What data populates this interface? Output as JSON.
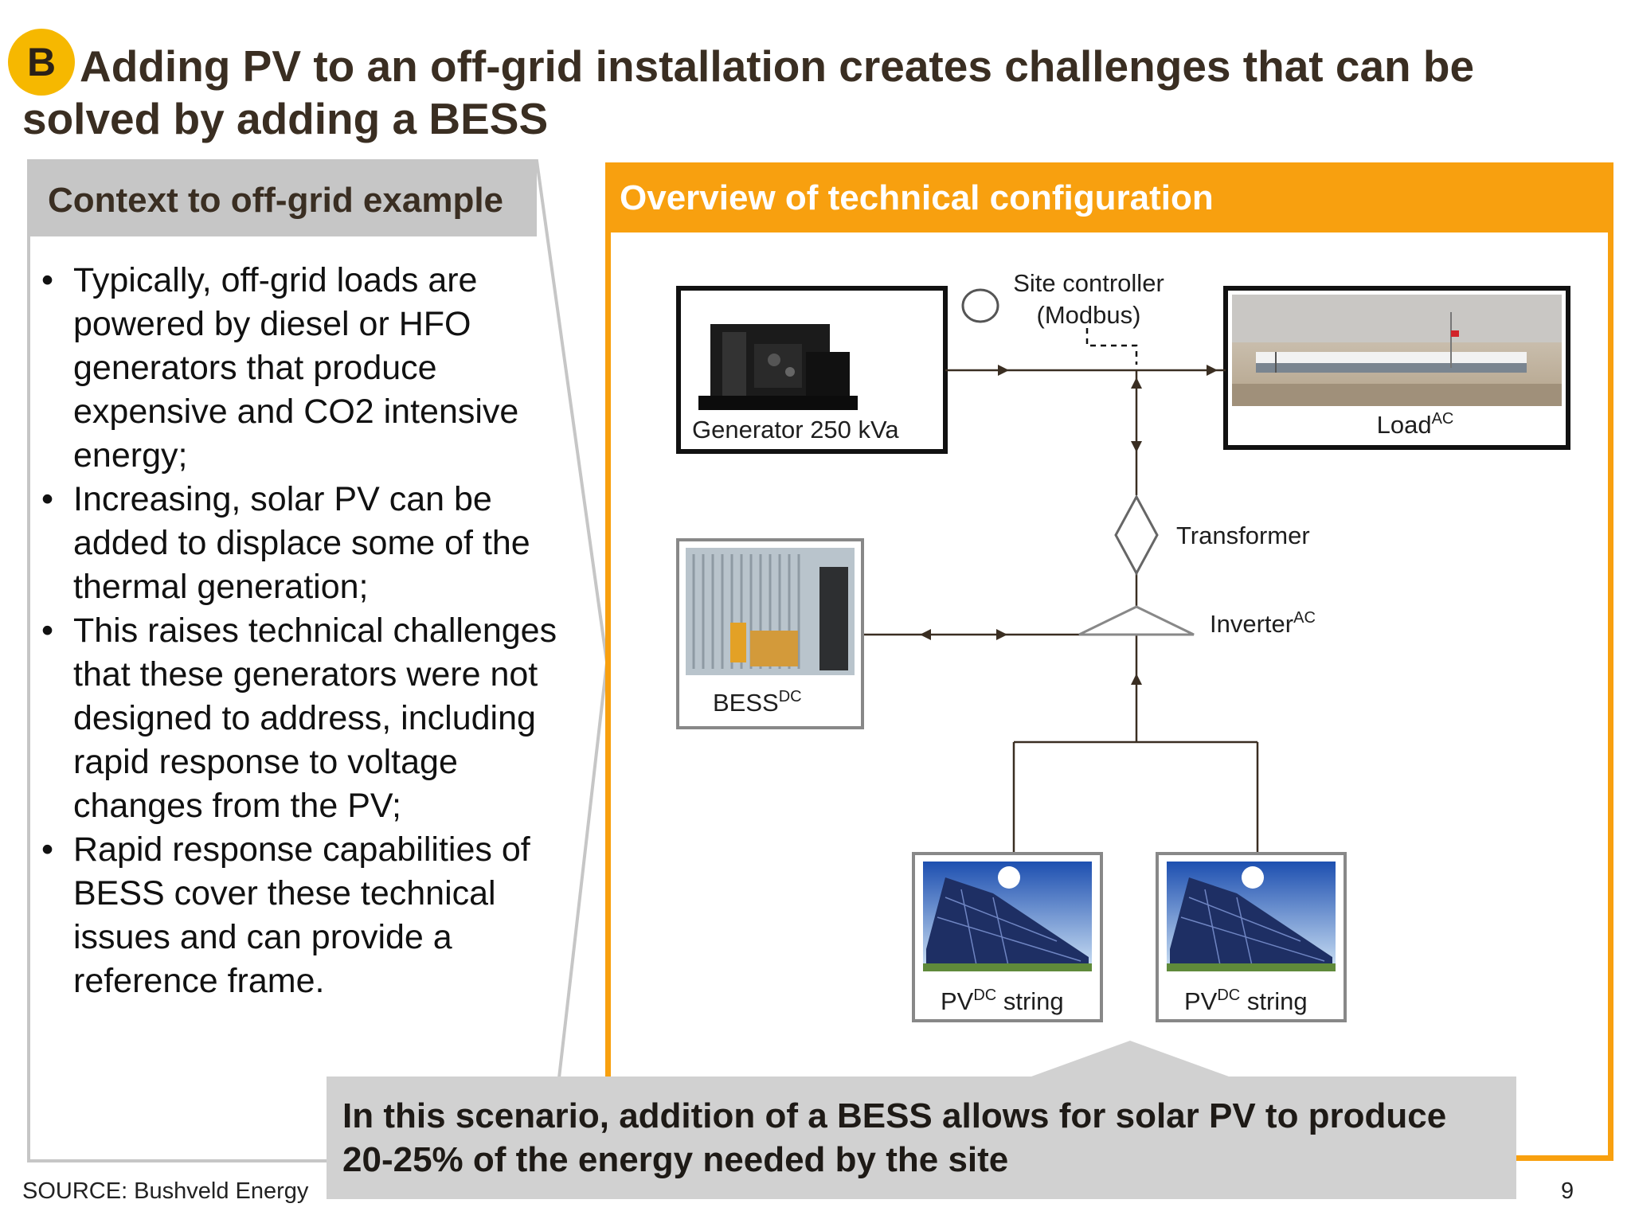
{
  "slide": {
    "badge": "B",
    "title": "Adding PV to an off-grid installation creates challenges that can be solved by adding a BESS",
    "source": "SOURCE: Bushveld Energy",
    "page_number": "9"
  },
  "left_panel": {
    "heading": "Context to off-grid example",
    "bullets": [
      "Typically, off-grid loads are powered by diesel or HFO generators that produce expensive and CO2 intensive energy;",
      "Increasing, solar PV can be added to displace some of the thermal generation;",
      "This raises technical challenges that these generators were not designed to address, including rapid response to voltage changes from the PV;",
      "Rapid response capabilities of BESS cover these technical issues and can provide a reference frame."
    ]
  },
  "right_panel": {
    "heading": "Overview of technical configuration",
    "diagram": {
      "generator_label": "Generator  250 kVa",
      "site_controller_line1": "Site controller",
      "site_controller_line2": "(Modbus)",
      "load_label": "Load",
      "load_sup": "AC",
      "transformer_label": "Transformer",
      "inverter_label": "Inverter",
      "inverter_sup": "AC",
      "bess_label": "BESS",
      "bess_sup": "DC",
      "pv1_label_main": "PV",
      "pv1_sup": "DC",
      "pv1_label_rest": " string",
      "pv2_label_main": "PV",
      "pv2_sup": "DC",
      "pv2_label_rest": " string"
    }
  },
  "callout": {
    "text": "In this scenario, addition of a BESS allows for solar PV to produce 20-25% of the energy needed by the site"
  },
  "colors": {
    "accent_orange": "#f8a00f",
    "badge_yellow": "#f6b800",
    "panel_gray": "#c6c6c6",
    "callout_gray": "#d1d1d1",
    "title_brown": "#3a2e22"
  }
}
